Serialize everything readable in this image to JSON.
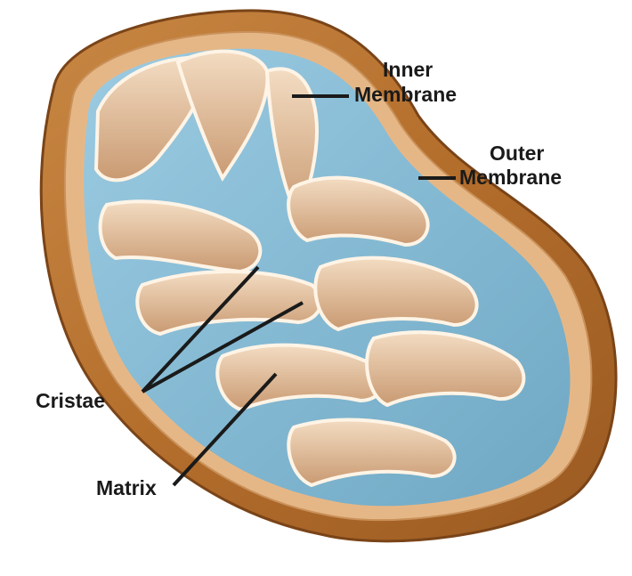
{
  "labels": {
    "inner_line1": "Inner",
    "inner_line2": "Membrane",
    "outer_line1": "Outer",
    "outer_line2": "Membrane",
    "cristae": "Cristae",
    "matrix": "Matrix"
  },
  "colors": {
    "outer_membrane": "#b8742e",
    "outer_membrane_dark": "#8e5320",
    "inner_membrane": "#e7c7a4",
    "matrix": "#86bcd6",
    "background": "#ffffff"
  }
}
